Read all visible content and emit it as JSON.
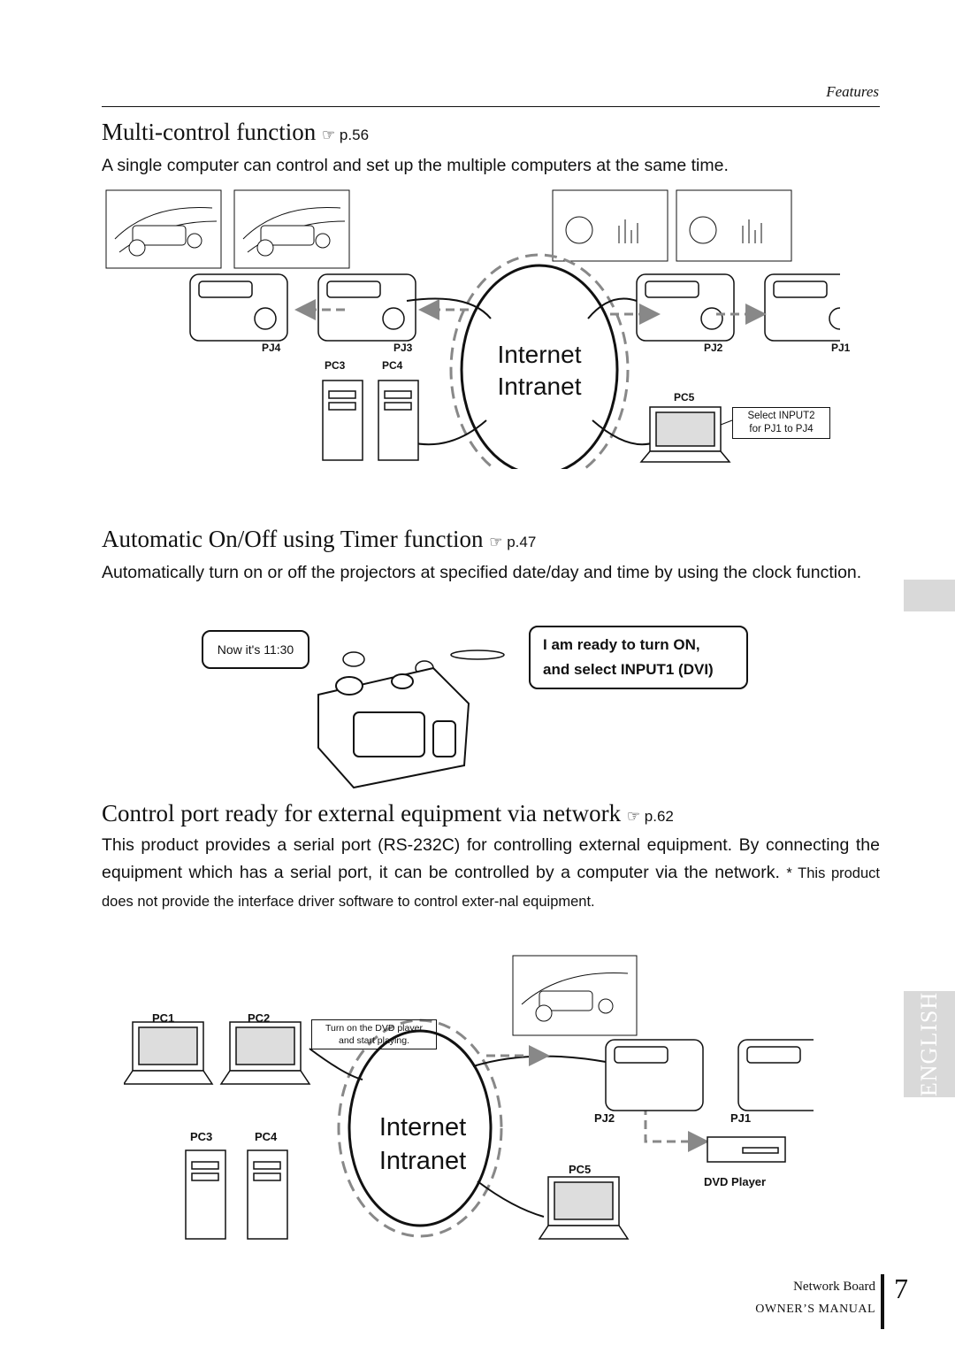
{
  "header": {
    "section": "Features"
  },
  "multi": {
    "title": "Multi-control function",
    "ref": "☞ p.56",
    "desc": "A single computer can control and set up the multiple computers at the same time.",
    "labels": {
      "pj4": "PJ4",
      "pj3": "PJ3",
      "pj2": "PJ2",
      "pj1": "PJ1",
      "pc3": "PC3",
      "pc4": "PC4",
      "pc5": "PC5"
    },
    "net1": "Internet",
    "net2": "Intranet",
    "note1": "Select INPUT2",
    "note2": "for PJ1 to PJ4"
  },
  "timer": {
    "title": "Automatic On/Off using Timer function",
    "ref": "☞ p.47",
    "desc": "Automatically turn on or off the projectors at specified date/day and time by using the clock function.",
    "clock": "Now it's 11:30",
    "speech1": "I am ready to turn ON,",
    "speech2": "and select INPUT1 (DVI)"
  },
  "control": {
    "title": "Control port ready for external equipment via network",
    "ref": "☞ p.62",
    "desc": "This product provides a serial port (RS-232C) for controlling external equipment. By connecting the equipment which has a serial port, it can be controlled by a computer via the network.",
    "note": "* This product does not provide the interface driver software to control exter-nal equipment.",
    "labels": {
      "pc1": "PC1",
      "pc2": "PC2",
      "pc3": "PC3",
      "pc4": "PC4",
      "pc5": "PC5",
      "pj2": "PJ2",
      "pj1": "PJ1",
      "dvd": "DVD Player"
    },
    "note1": "Turn on the DVD player",
    "note2": "and start playing.",
    "net1": "Internet",
    "net2": "Intranet"
  },
  "side_tab": "ENGLISH",
  "footer": {
    "line1": "Network Board",
    "line2": "OWNER’S MANUAL",
    "page": "7"
  }
}
